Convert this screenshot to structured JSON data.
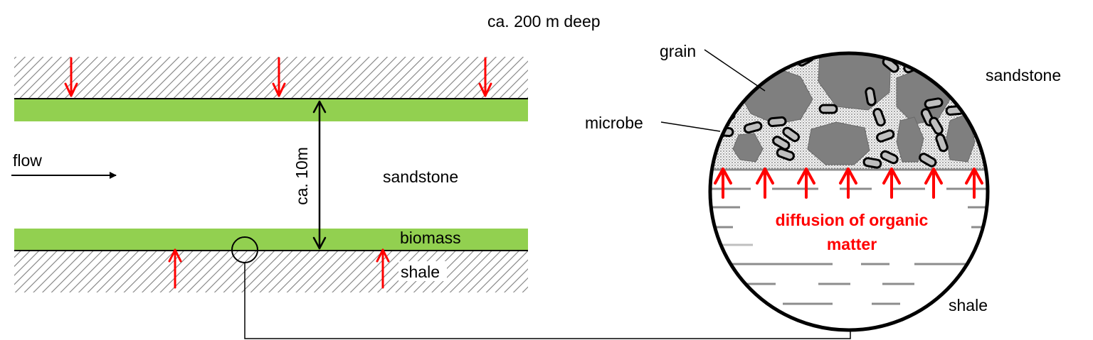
{
  "colors": {
    "biomass": "#92d050",
    "red_arrow": "#ff0000",
    "hatch": "#808080",
    "grain": "#7f7f7f",
    "microbe": "#bfbfbf",
    "shale_line": "#8c8c8c"
  },
  "labels": {
    "depth": "ca. 200 m deep",
    "flow": "flow",
    "thickness": "ca. 10m",
    "sandstone_left": "sandstone",
    "biomass": "biomass",
    "shale_left": "shale",
    "grain": "grain",
    "microbe": "microbe",
    "sandstone_right": "sandstone",
    "diffusion_line1": "diffusion of organic",
    "diffusion_line2": "matter",
    "shale_right": "shale"
  },
  "icons": {
    "flow_arrow": "right-arrow-icon",
    "red_arrow": "red-arrow-icon",
    "zoom_marker": "circle-marker-icon"
  }
}
